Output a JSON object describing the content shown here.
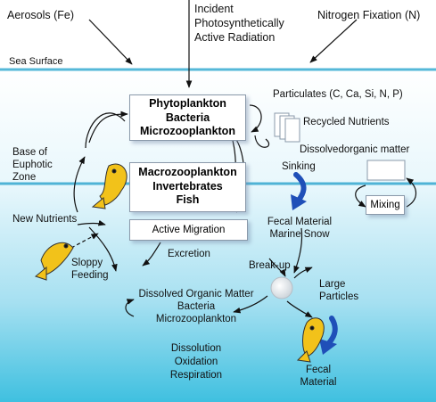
{
  "top": {
    "aerosols": "Aerosols (Fe)",
    "incident": [
      "Incident",
      "Photosynthetically",
      "Active Radiation"
    ],
    "nitrogen": "Nitrogen Fixation (N)",
    "sea_surface": "Sea Surface"
  },
  "boxes": {
    "upper": [
      "Phytoplankton",
      "Bacteria",
      "Microzooplankton"
    ],
    "lower": [
      "Macrozooplankton",
      "Invertebrates",
      "Fish"
    ],
    "active_migration": "Active Migration",
    "mixing": "Mixing"
  },
  "labels": {
    "particulates": "Particulates (C, Ca, Si, N, P)",
    "recycled": "Recycled Nutrients",
    "dissolved_organic": "Dissolvedorganic matter",
    "base": [
      "Base of",
      "Euphotic",
      "Zone"
    ],
    "sinking": "Sinking",
    "fecal_marine": [
      "Fecal Material",
      "Marine Snow"
    ],
    "new_nutrients": "New Nutrients",
    "excretion": "Excretion",
    "sloppy": [
      "Sloppy",
      "Feeding"
    ],
    "breakup": "Break-up",
    "large": [
      "Large",
      "Particles"
    ],
    "dom": [
      "Dissolved Organic Matter",
      "Bacteria",
      "Microzooplankton"
    ],
    "dissolution": [
      "Dissolution",
      "Oxidation",
      "Respiration"
    ],
    "fecal_bottom": [
      "Fecal",
      "Material"
    ]
  },
  "colors": {
    "water_top": "#ffffff",
    "water_bottom": "#3fc0e0",
    "surface_line": "#55b8d8",
    "euphotic_line": "#4fb3d6",
    "fish_body": "#f2c21a",
    "sink_arrow": "#1f4fb8"
  }
}
